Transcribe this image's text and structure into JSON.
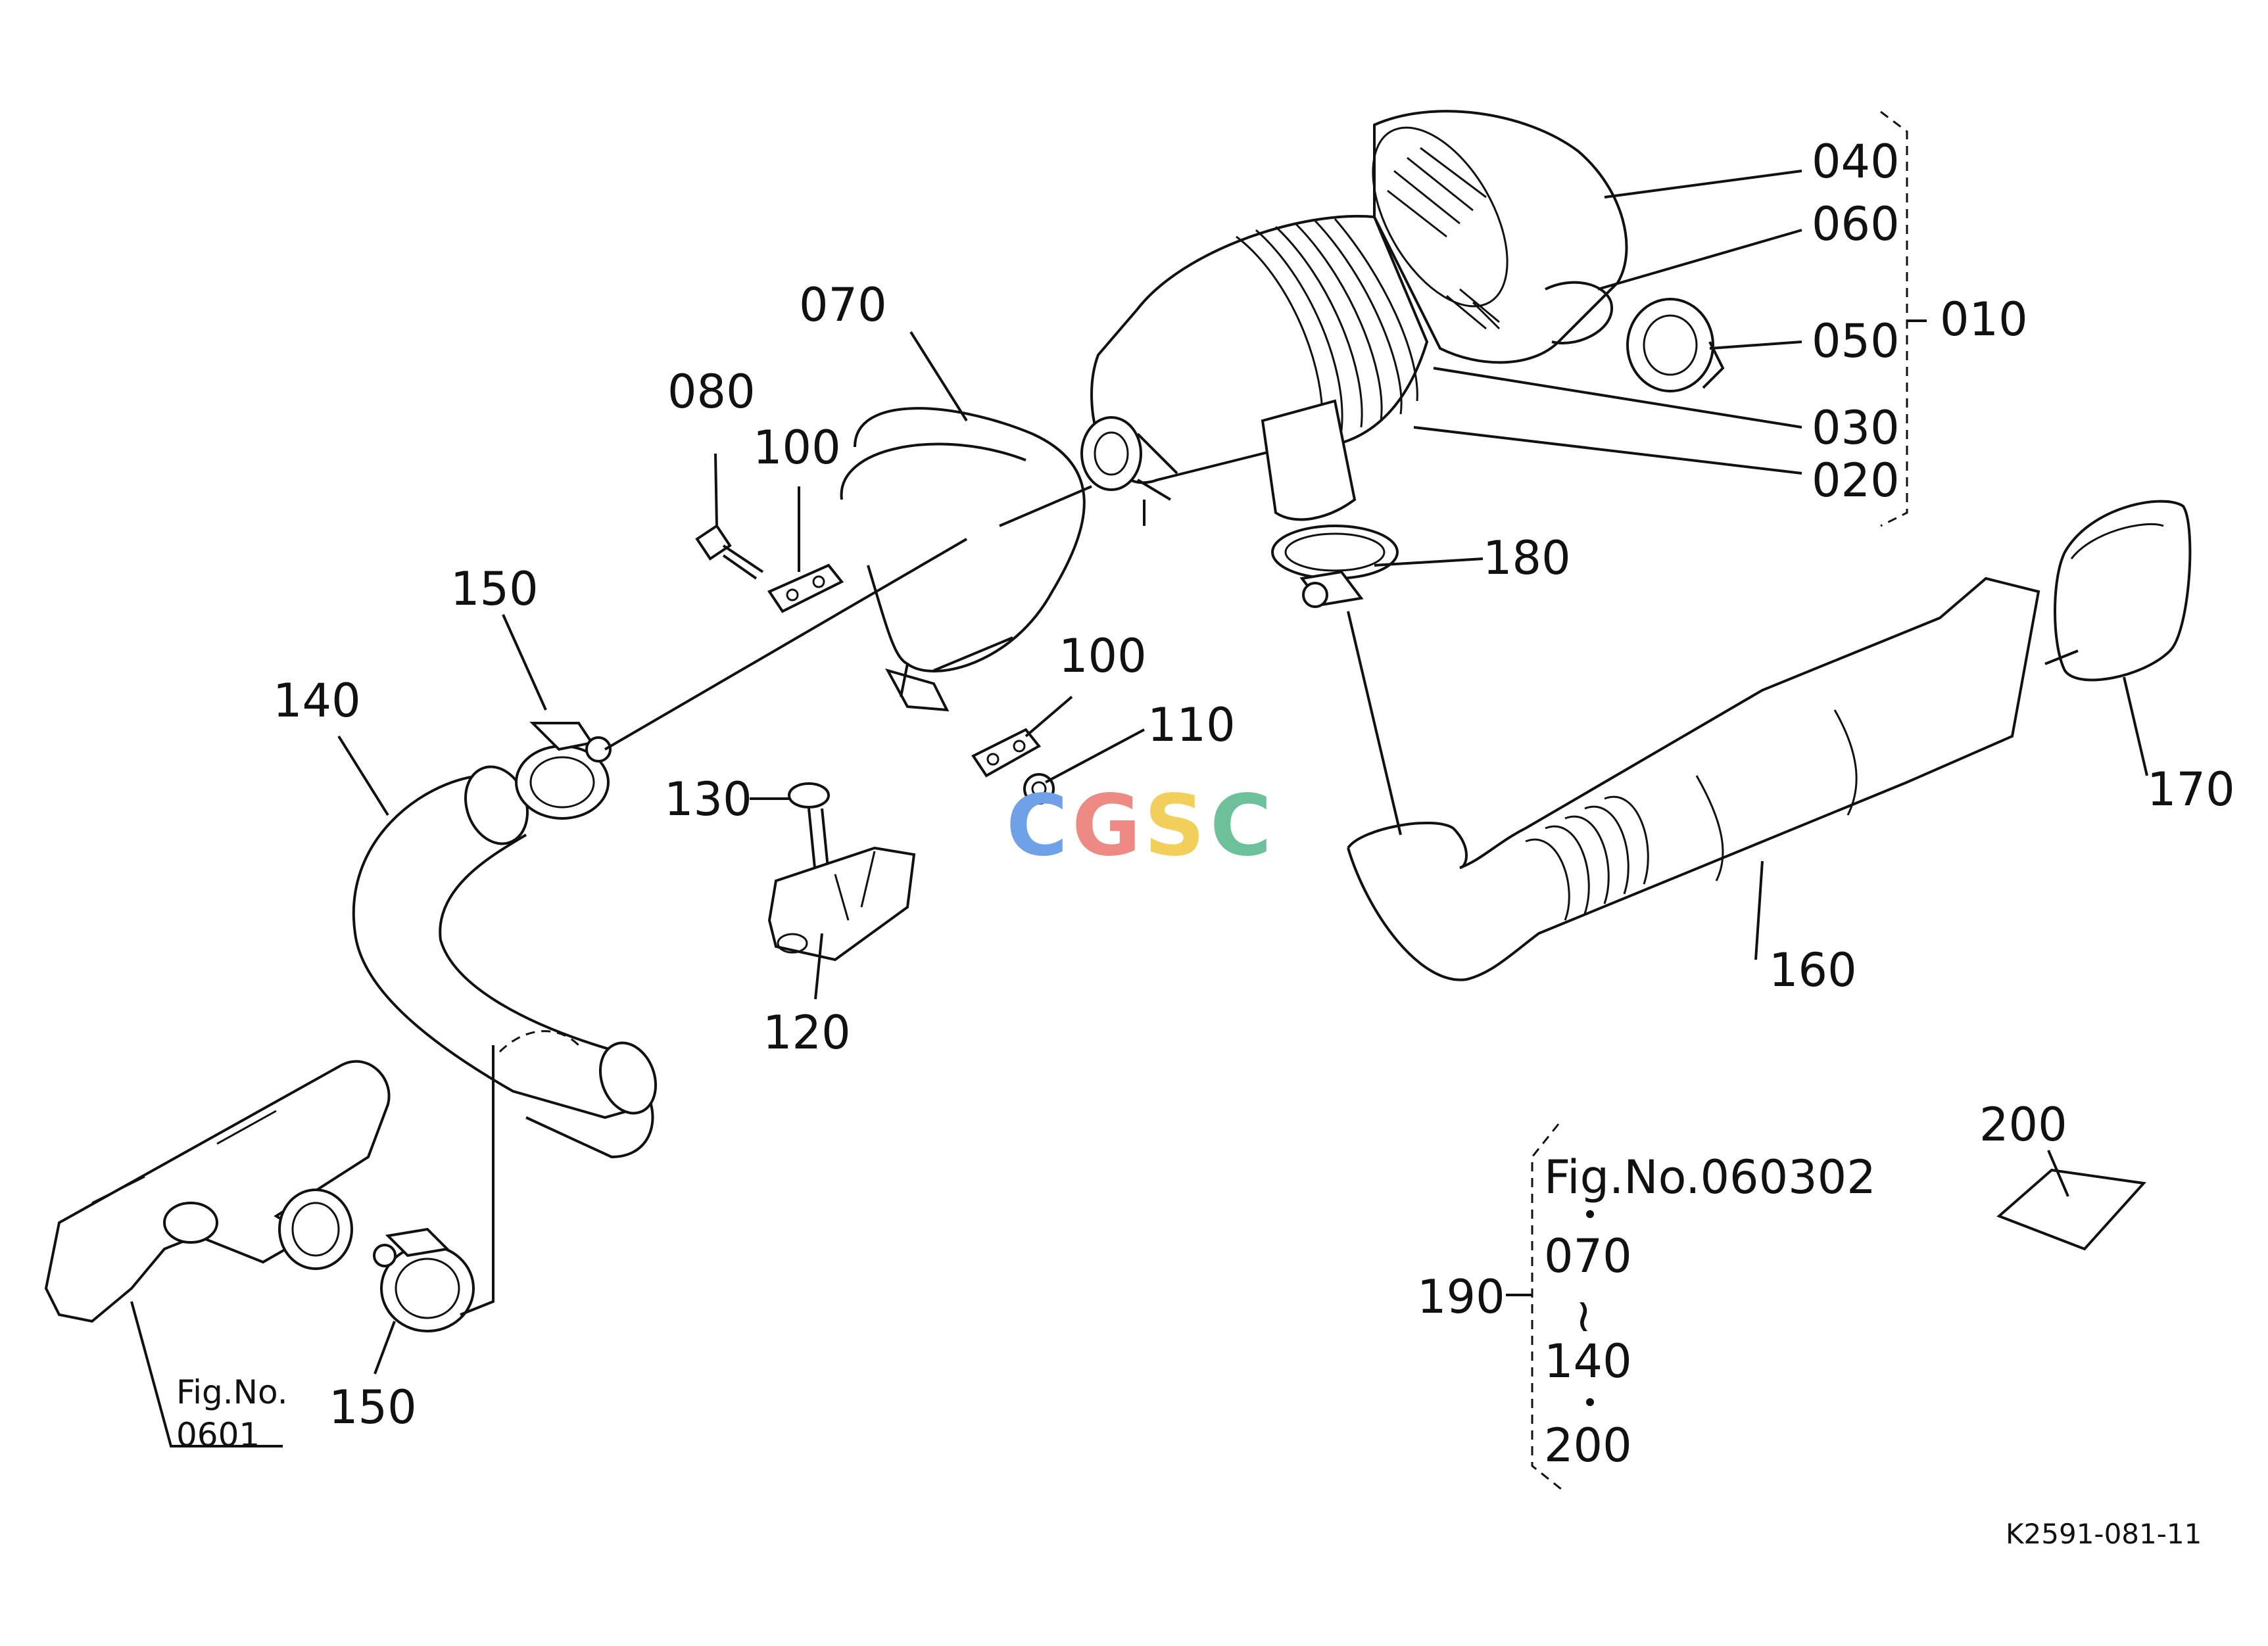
{
  "labels": {
    "p010": "010",
    "p020": "020",
    "p030": "030",
    "p040": "040",
    "p050": "050",
    "p060": "060",
    "p070": "070",
    "p080": "080",
    "p100a": "100",
    "p100b": "100",
    "p110": "110",
    "p120": "120",
    "p130": "130",
    "p140": "140",
    "p150a": "150",
    "p150b": "150",
    "p160": "160",
    "p170": "170",
    "p180": "180",
    "p190": "190",
    "p200": "200"
  },
  "fig_ref_left": {
    "line1": "Fig.No.",
    "line2": "0601"
  },
  "set_190": {
    "fig": "Fig.No.060302",
    "item1": "070",
    "tilde": "≀",
    "item2": "140",
    "item3": "200"
  },
  "watermark": {
    "c1": "C",
    "g": "G",
    "s": "S",
    "c2": "C"
  },
  "drawing_code": "K2591-081-11",
  "colors": {
    "wm_c1": "#6fa0e8",
    "wm_g": "#ee8a84",
    "wm_s": "#f2cf5b",
    "wm_c2": "#6cc19a"
  }
}
